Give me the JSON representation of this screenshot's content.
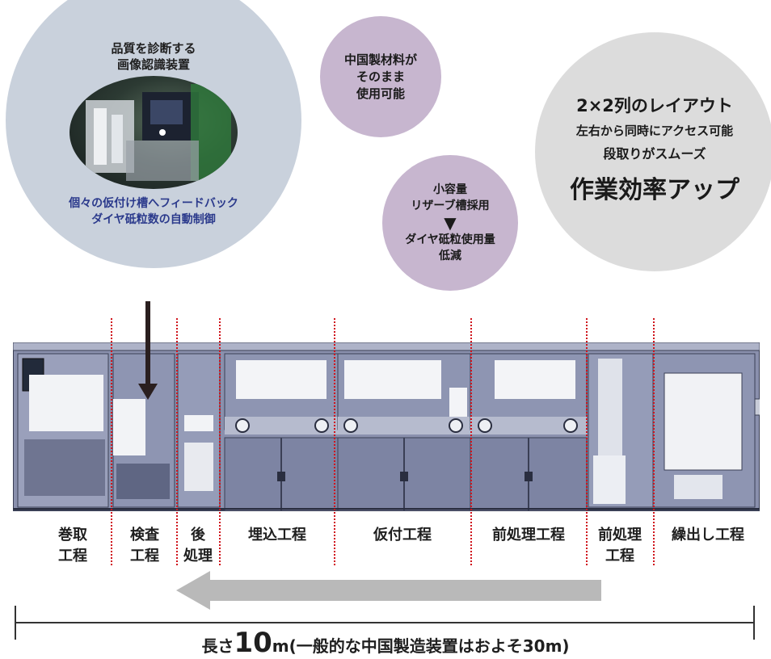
{
  "bubbles": {
    "inspection": {
      "title_line1": "品質を診断する",
      "title_line2": "画像認識装置",
      "desc_line1": "個々の仮付け槽へフィードバック",
      "desc_line2": "ダイヤ砥粒数の自動制御"
    },
    "material": {
      "line1": "中国製材料が",
      "line2": "そのまま",
      "line3": "使用可能"
    },
    "reserve": {
      "line1": "小容量",
      "line2": "リザーブ槽採用",
      "arrow": "▼",
      "line3": "ダイヤ砥粒使用量",
      "line4": "低減"
    },
    "layout": {
      "line1": "2×2列のレイアウト",
      "line2": "左右から同時にアクセス可能",
      "line3": "段取りがスムーズ",
      "line4": "作業効率アップ"
    }
  },
  "stages": [
    {
      "line1": "巻取",
      "line2": "工程"
    },
    {
      "line1": "検査",
      "line2": "工程"
    },
    {
      "line1": "後",
      "line2": "処理"
    },
    {
      "line1": "埋込工程",
      "line2": ""
    },
    {
      "line1": "仮付工程",
      "line2": ""
    },
    {
      "line1": "前処理工程",
      "line2": ""
    },
    {
      "line1": "前処理",
      "line2": "工程"
    },
    {
      "line1": "繰出し工程",
      "line2": ""
    }
  ],
  "length": {
    "prefix": "長さ",
    "value": "10",
    "unit": "m",
    "note": "(一般的な中国製造装置はおよそ30m)"
  },
  "colors": {
    "separator": "#d0141c",
    "machine": "#7f86a6",
    "bubble_inspection": "#c9d1dc",
    "bubble_purple": "#c7b6cf",
    "bubble_grey": "#dcdcdc",
    "flow_arrow": "#b9b9b9"
  }
}
